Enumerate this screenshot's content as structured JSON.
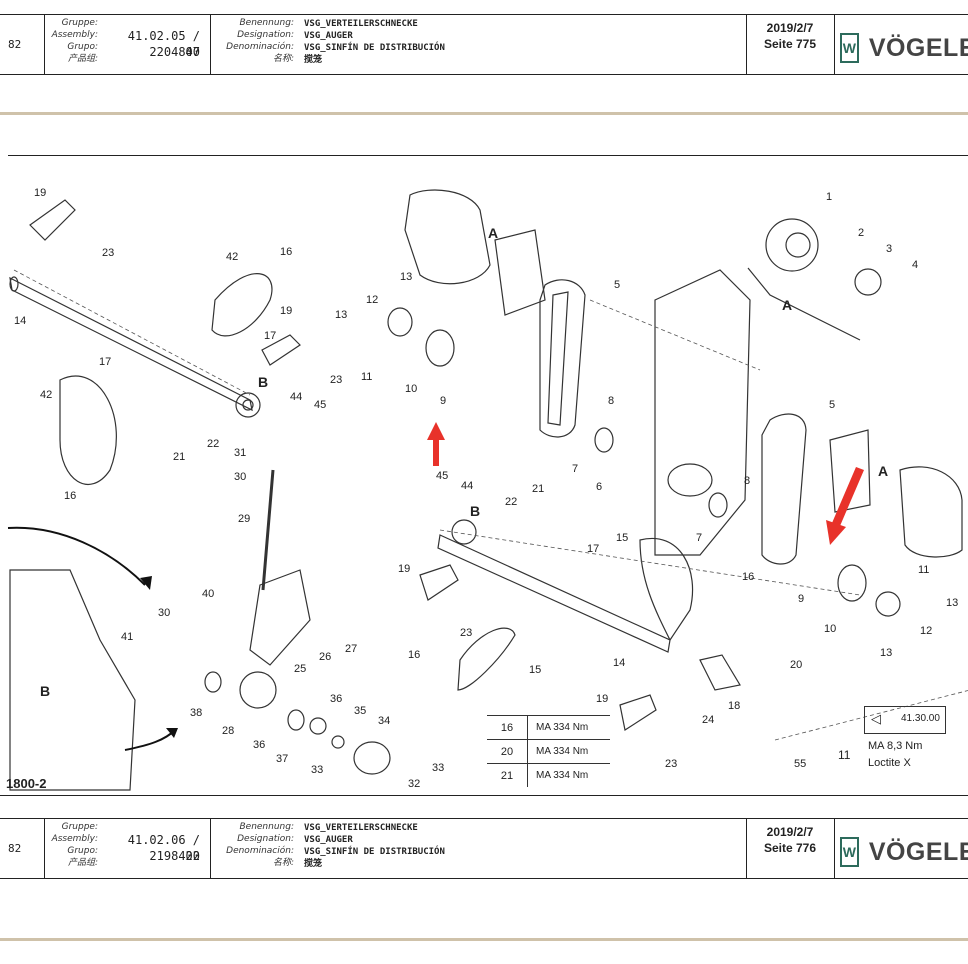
{
  "page1": {
    "left_edge": "82",
    "labels_a": [
      "Gruppe:",
      "Assembly:",
      "Grupo:",
      "产品组:"
    ],
    "assembly": "41.02.05 / 00",
    "part": "2204847",
    "labels_b": [
      "Benennung:",
      "Designation:",
      "Denominación:",
      "名称:"
    ],
    "desc_de": "VSG_VERTEILERSCHNECKE",
    "desc_en": "VSG_AUGER",
    "desc_es": "VSG_SINFÍN DE DISTRIBUCIÓN",
    "desc_cn": "搅笼",
    "date": "2019/2/7",
    "page": "Seite 775"
  },
  "page2": {
    "left_edge": "82",
    "labels_a": [
      "Gruppe:",
      "Assembly:",
      "Grupo:",
      "产品组:"
    ],
    "assembly": "41.02.06 / 00",
    "part": "2198422",
    "labels_b": [
      "Benennung:",
      "Designation:",
      "Denominación:",
      "名称:"
    ],
    "desc_de": "VSG_VERTEILERSCHNECKE",
    "desc_en": "VSG_AUGER",
    "desc_es": "VSG_SINFÍN DE DISTRIBUCIÓN",
    "desc_cn": "搅笼",
    "date": "2019/2/7",
    "page": "Seite 776"
  },
  "logo": {
    "text": "VÖGELE",
    "mark": "W",
    "color": "#2d6b5c"
  },
  "diagram": {
    "sheet_label": "1800-2",
    "detail_labels": [
      "A",
      "A",
      "A",
      "B",
      "B",
      "B"
    ],
    "callouts": [
      "1",
      "2",
      "3",
      "4",
      "5",
      "5",
      "6",
      "7",
      "7",
      "8",
      "8",
      "9",
      "9",
      "10",
      "10",
      "11",
      "11",
      "12",
      "12",
      "13",
      "13",
      "13",
      "13",
      "14",
      "14",
      "15",
      "15",
      "16",
      "16",
      "16",
      "16",
      "17",
      "17",
      "17",
      "18",
      "19",
      "19",
      "19",
      "19",
      "20",
      "21",
      "21",
      "22",
      "22",
      "23",
      "23",
      "23",
      "23",
      "24",
      "25",
      "26",
      "27",
      "28",
      "29",
      "30",
      "30",
      "31",
      "32",
      "33",
      "33",
      "34",
      "35",
      "36",
      "36",
      "37",
      "38",
      "40",
      "41",
      "42",
      "42",
      "44",
      "44",
      "45",
      "45",
      "55"
    ],
    "torque_table": [
      {
        "item": "16",
        "value": "MA 334 Nm"
      },
      {
        "item": "20",
        "value": "MA 334 Nm"
      },
      {
        "item": "21",
        "value": "MA 334 Nm"
      }
    ],
    "note_item": "11",
    "note_text": "MA 8,3 Nm",
    "note_text2": "Loctite X",
    "note_box": "41.30.00",
    "arrow_color": "#e8322a"
  }
}
